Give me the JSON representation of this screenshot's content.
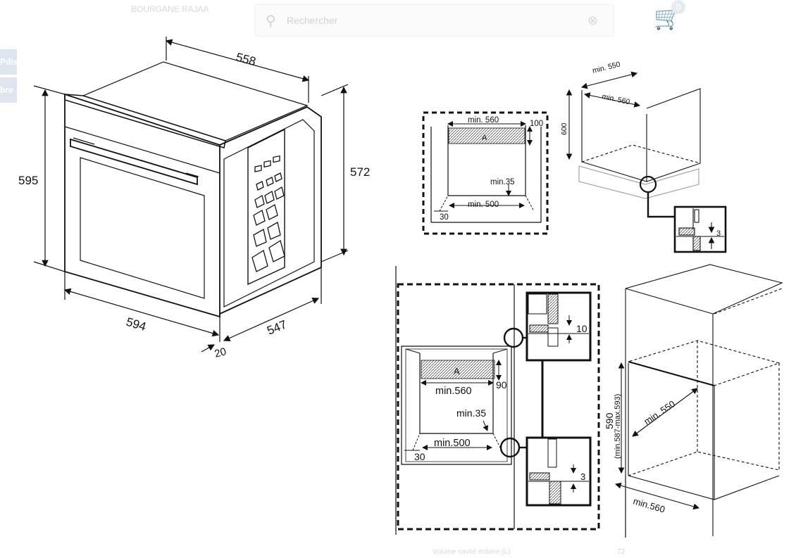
{
  "page": {
    "store_name": "BOURGANE RAJAA",
    "search_placeholder": "Rechercher",
    "cart_count": "0",
    "side_tabs": [
      "Pdis",
      "bre"
    ],
    "footer_label": "Volume cavité entière (L)",
    "footer_value": "72"
  },
  "oven": {
    "width": "558",
    "height_left": "595",
    "height_right": "572",
    "front_width": "594",
    "depth": "547",
    "front_thickness": "20"
  },
  "under_counter_section": {
    "min_width": "min. 560",
    "top_clearance": "100",
    "vent_label": "A",
    "min_35": "min.35",
    "min_500": "min. 500",
    "side_gap": "30"
  },
  "cabinet_top": {
    "min_550": "min. 550",
    "min_560": "min. 560",
    "height_600": "600",
    "detail_3": "3"
  },
  "column_section": {
    "vent_label": "A",
    "min_560": "min.560",
    "depth_90": "90",
    "min_35": "min.35",
    "min_500": "min.500",
    "side_gap": "30",
    "detail_10": "10",
    "detail_3": "3"
  },
  "cabinet_column": {
    "height_590": "590",
    "height_range": "(min.587-max.593)",
    "min_550": "min. 550",
    "min_560": "min.560"
  }
}
